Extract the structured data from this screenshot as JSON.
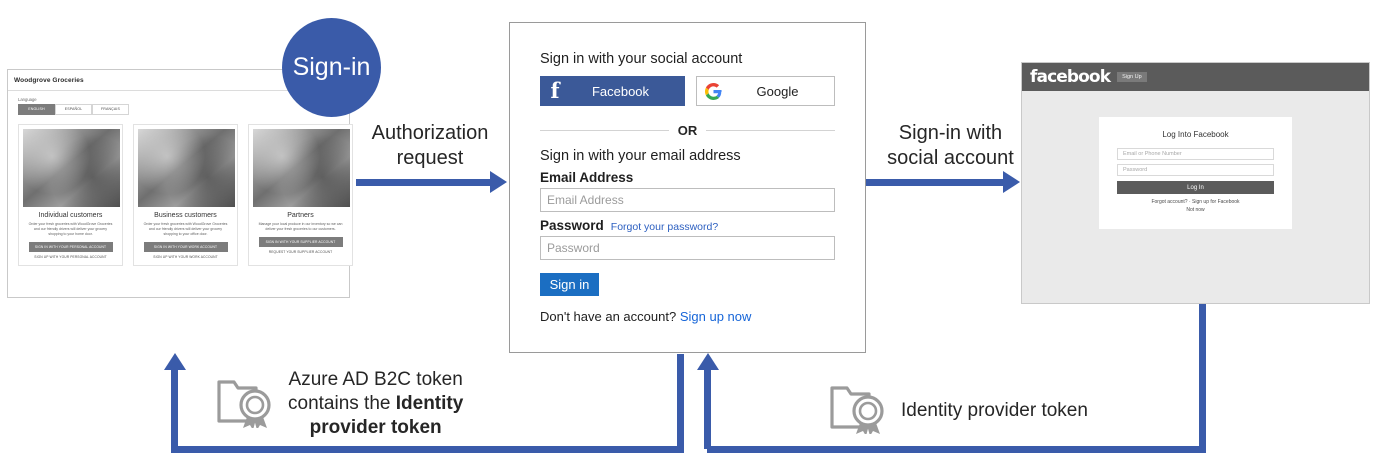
{
  "badge": {
    "label": "Sign-in"
  },
  "arrows": {
    "authorization": "Authorization\nrequest",
    "authorization_l1": "Authorization",
    "authorization_l2": "request",
    "social_l1": "Sign-in with",
    "social_l2": "social account"
  },
  "tokens": {
    "left": {
      "icon": "certificate-icon",
      "line1": "Azure AD B2C token",
      "line2_pre": "contains the ",
      "line2_bold": "Identity",
      "line3_bold": "provider token"
    },
    "right": {
      "icon": "certificate-icon",
      "label": "Identity provider token"
    }
  },
  "woodgrove": {
    "app_title": "Woodgrove Groceries",
    "language_label": "Language",
    "languages": [
      {
        "label": "ENGLISH",
        "selected": true
      },
      {
        "label": "ESPAÑOL",
        "selected": false
      },
      {
        "label": "FRANÇAIS",
        "selected": false
      }
    ],
    "cards": [
      {
        "title": "Individual customers",
        "desc": "Order your fresh groceries with WoodGrove Groceries and our friendly drivers will deliver your grocery shopping to your home door.",
        "button": "SIGN IN WITH YOUR PERSONAL ACCOUNT",
        "link": "SIGN UP WITH YOUR PERSONAL ACCOUNT"
      },
      {
        "title": "Business customers",
        "desc": "Order your fresh groceries with WoodGrove Groceries and our friendly drivers will deliver your grocery shopping to your office door.",
        "button": "SIGN IN WITH YOUR WORK ACCOUNT",
        "link": "SIGN UP WITH YOUR WORK ACCOUNT"
      },
      {
        "title": "Partners",
        "desc": "Manage your local produce in our inventory so we can deliver your fresh groceries to our customers.",
        "button": "SIGN IN WITH YOUR SUPPLIER ACCOUNT",
        "link": "REQUEST YOUR SUPPLIER ACCOUNT"
      }
    ]
  },
  "b2c": {
    "social_heading": "Sign in with your social account",
    "facebook_button": "Facebook",
    "google_button": "Google",
    "or": "OR",
    "email_heading": "Sign in with your email address",
    "email_label": "Email Address",
    "email_placeholder": "Email Address",
    "password_label": "Password",
    "forgot_link": "Forgot your password?",
    "password_placeholder": "Password",
    "signin_button": "Sign in",
    "no_account_text": "Don't have an account?",
    "signup_link": "Sign up now"
  },
  "facebook": {
    "logo": "facebook",
    "signup_button": "Sign Up",
    "card_title": "Log Into Facebook",
    "email_placeholder": "Email or Phone Number",
    "password_placeholder": "Password",
    "login_button": "Log In",
    "footer_line1": "Forgot account? · Sign up for Facebook",
    "footer_line2": "Not now"
  },
  "colors": {
    "arrow_blue": "#3A5BAA",
    "badge_blue": "#3A5BA9",
    "facebook_blue": "#3B5998",
    "signin_blue": "#1B6EC2",
    "link_blue": "#1665D8",
    "fb_header_gray": "#5B5B5B"
  }
}
